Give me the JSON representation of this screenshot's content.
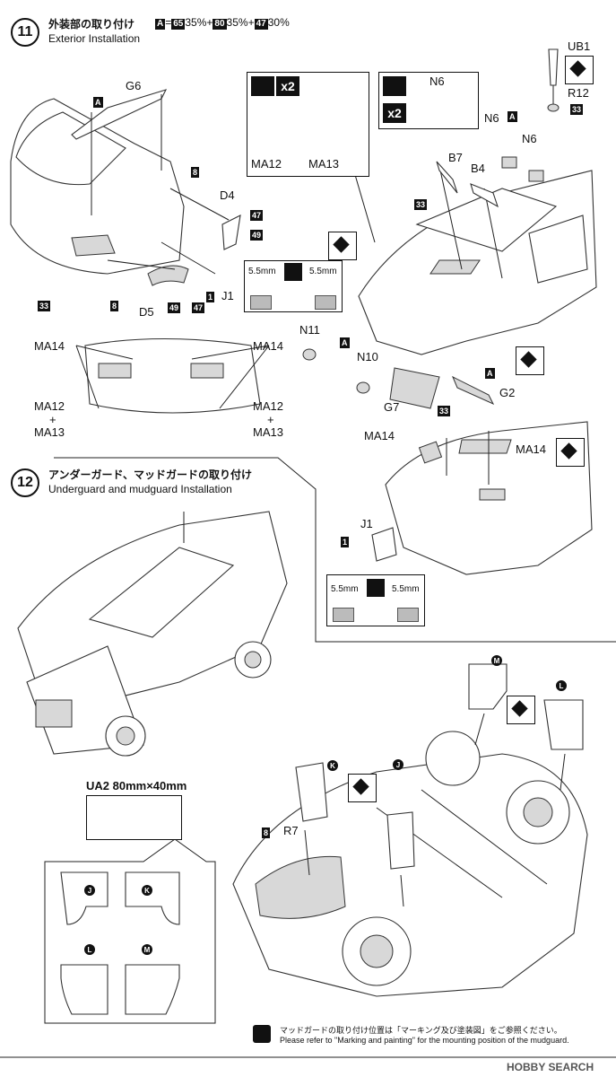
{
  "step11": {
    "number": "11",
    "title_jp": "外装部の取り付け",
    "title_en": "Exterior Installation",
    "paint": {
      "code": "A",
      "eq": "=",
      "p1": "65",
      "v1": "35%",
      "plus1": "+",
      "p2": "80",
      "v2": "35%",
      "plus2": "+",
      "p3": "47",
      "v3": "30%"
    },
    "parts": {
      "g6": "G6",
      "a1": "A",
      "p8a": "8",
      "d4": "D4",
      "c47a": "47",
      "c49a": "49",
      "c33a": "33",
      "p8b": "8",
      "d5": "D5",
      "c49b": "49",
      "c47b": "47",
      "p1a": "1",
      "j1": "J1",
      "ma12": "MA12",
      "ma13": "MA13",
      "x2a": "x2",
      "x2b": "x2",
      "n6a": "N6",
      "n6b": "N6",
      "n6c": "N6",
      "a2": "A",
      "b7": "B7",
      "b4": "B4",
      "c33b": "33",
      "ub1": "UB1",
      "r12": "R12",
      "c33c": "33",
      "n11": "N11",
      "a3": "A",
      "n10": "N10",
      "g7": "G7",
      "c33d": "33",
      "a4": "A",
      "g2": "G2",
      "ma14a": "MA14",
      "ma14b": "MA14",
      "ma12b": "MA12",
      "plus_a": "+",
      "ma13b": "MA13",
      "ma12c": "MA12",
      "plus_b": "+",
      "ma13c": "MA13",
      "ma14c": "MA14",
      "ma14d": "MA14",
      "j1b": "J1",
      "p1b": "1"
    },
    "dims": {
      "d1": "5.5mm",
      "d2": "5.5mm",
      "d3": "5.5mm",
      "d4": "5.5mm"
    }
  },
  "step12": {
    "number": "12",
    "title_jp": "アンダーガード、マッドガードの取り付け",
    "title_en": "Underguard and mudguard Installation",
    "ua2": "UA2  80mm×40mm",
    "parts": {
      "m": "M",
      "l": "L",
      "k": "K",
      "j": "J",
      "p8": "8",
      "r7": "R7",
      "sj": "J",
      "sk": "K",
      "sl": "L",
      "sm": "M"
    }
  },
  "note": {
    "jp": "マッドガードの取り付け位置は「マーキング及び塗装図」をご参照ください。",
    "en": "Please refer to \"Marking and painting\" for the mounting position of the mudguard."
  },
  "watermark": "HOBBY SEARCH",
  "colors": {
    "ink": "#111111",
    "gray": "#d8d8d8",
    "white": "#ffffff"
  },
  "icons": [
    "pen-note-icon",
    "diamond-decal-icon",
    "plane-decal-icon",
    "cube-logo-icon"
  ]
}
